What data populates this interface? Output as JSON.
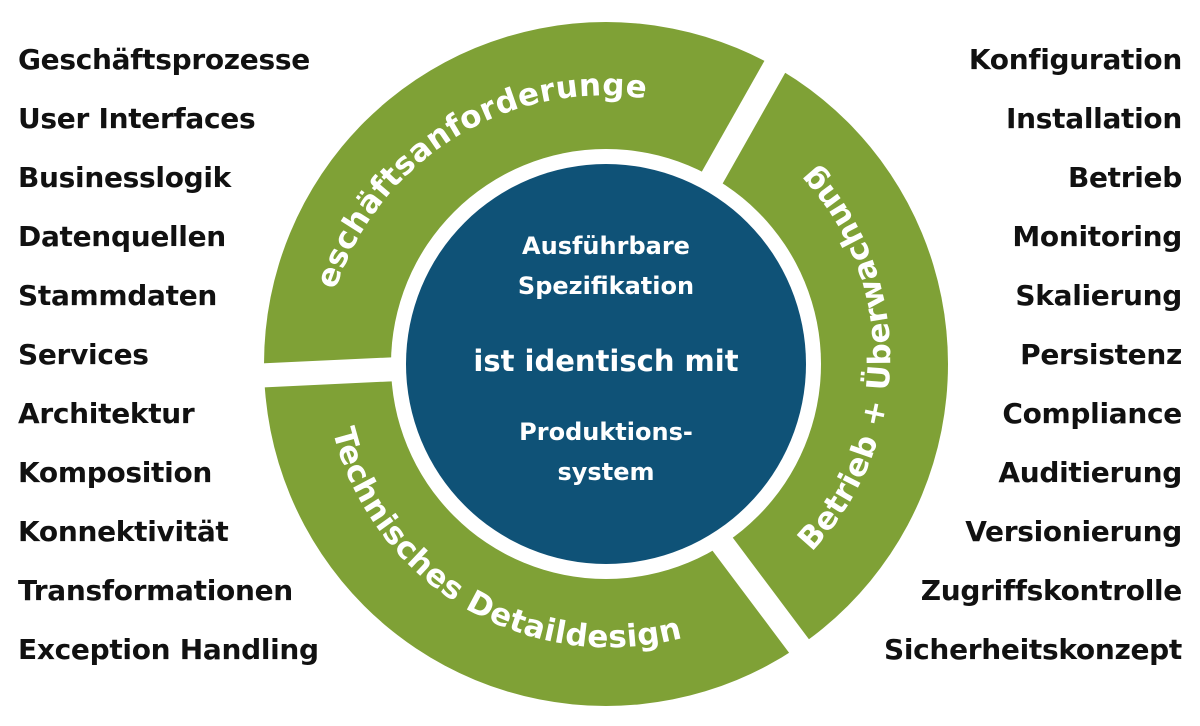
{
  "left_items": [
    "Geschäftsprozesse",
    "User Interfaces",
    "Businesslogik",
    "Datenquellen",
    "Stammdaten",
    "Services",
    "Architektur",
    "Komposition",
    "Konnektivität",
    "Transformationen",
    "Exception Handling"
  ],
  "right_items": [
    "Konfiguration",
    "Installation",
    "Betrieb",
    "Monitoring",
    "Skalierung",
    "Persistenz",
    "Compliance",
    "Auditierung",
    "Versionierung",
    "Zugriffskontrolle",
    "Sicherheitskonzept"
  ],
  "ring": {
    "top_label": "Geschäftsanforderungen",
    "right_label": "Betrieb + Überwachung",
    "bottom_label": "Technisches Detaildesign"
  },
  "center": {
    "line1": "Ausführbare",
    "line2": "Spezifikation",
    "line3": "ist identisch mit",
    "line4": "Produktions-",
    "line5": "system"
  },
  "colors": {
    "ring_green": "#7fa136",
    "center_blue": "#0f5277",
    "gap": "#ffffff"
  }
}
